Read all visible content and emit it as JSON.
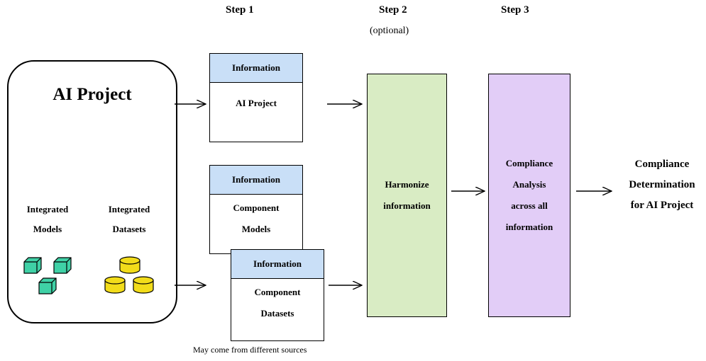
{
  "steps": {
    "step1": "Step 1",
    "step2": "Step 2",
    "step2_note": "(optional)",
    "step3": "Step 3"
  },
  "project": {
    "title": "AI Project",
    "models_label": [
      "Integrated",
      "Models"
    ],
    "datasets_label": [
      "Integrated",
      "Datasets"
    ]
  },
  "cards": {
    "project_info": {
      "header": "Information",
      "body": [
        "AI Project"
      ]
    },
    "models_info": {
      "header": "Information",
      "body": [
        "Component",
        "Models"
      ]
    },
    "datasets_info": {
      "header": "Information",
      "body": [
        "Component",
        "Datasets"
      ]
    }
  },
  "harmonize": {
    "lines": [
      "Harmonize",
      "information"
    ]
  },
  "compliance": {
    "lines": [
      "Compliance",
      "Analysis",
      "across all",
      "information"
    ]
  },
  "result": {
    "lines": [
      "Compliance",
      "Determination",
      "for AI Project"
    ]
  },
  "note": "May come from different sources",
  "colors": {
    "info_header": "#c9dff7",
    "harmonize": "#d9ecc4",
    "compliance": "#e2cdf7",
    "cube": "#3fd1a6",
    "cylinder": "#f2dc1a"
  }
}
